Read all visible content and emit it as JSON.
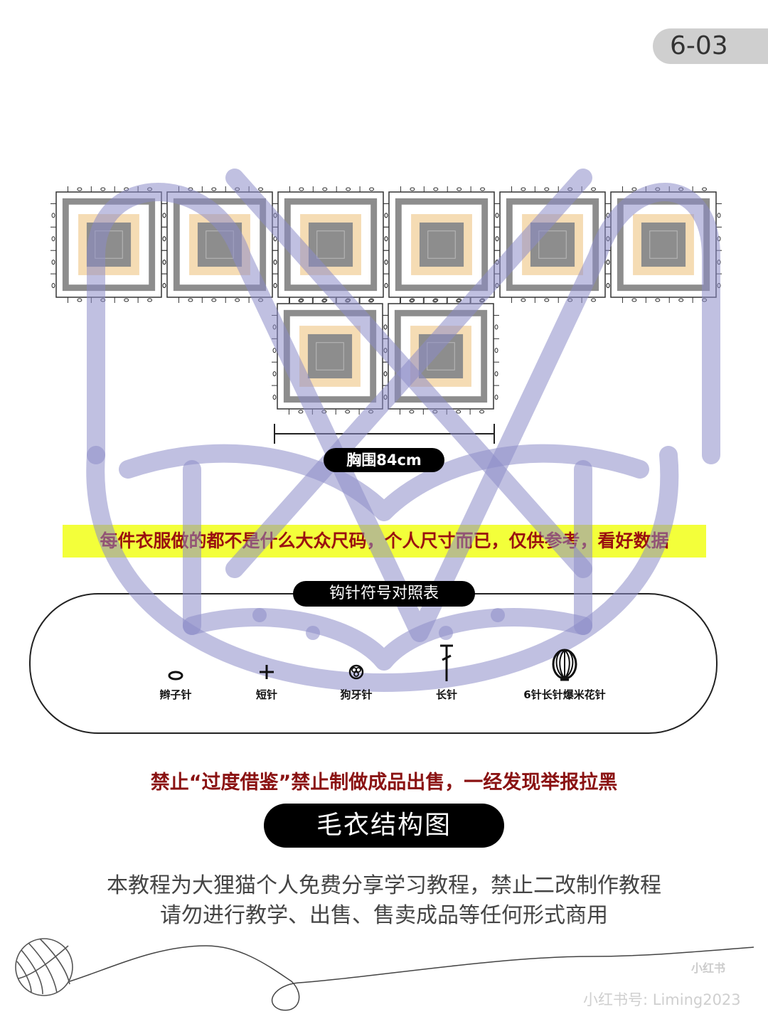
{
  "page_number": "6-03",
  "bust_label": "胸围84cm",
  "notice_banner": "每件衣服做的都不是什么大众尺码，个人尺寸而已，仅供参考，看好数据",
  "legend": {
    "title": "钩针符号对照表",
    "items": [
      {
        "symbol": "chain-stitch-icon",
        "label": "辫子针"
      },
      {
        "symbol": "single-crochet-icon",
        "label": "短针"
      },
      {
        "symbol": "picot-icon",
        "label": "狗牙针"
      },
      {
        "symbol": "double-crochet-icon",
        "label": "长针"
      },
      {
        "symbol": "popcorn-stitch-icon",
        "label": "6针长针爆米花针"
      }
    ]
  },
  "warning": "禁止“过度借鉴”禁止制做成品出售，一经发现举报拉黑",
  "structure_title": "毛衣结构图",
  "notice_lines": [
    "本教程为大狸猫个人免费分享学习教程，禁止二改制作教程",
    "请勿进行教学、出售、售卖成品等任何形式商用"
  ],
  "brand": {
    "logo": "小红书",
    "handle": "小红书号: Liming2023"
  },
  "colors": {
    "square_gray": "#8d8d8d",
    "square_cream": "#f5dcb4",
    "watermark": "#b4b4dc",
    "banner_yellow": "#f3ff3a",
    "warning_red": "#8a1212"
  },
  "granny_squares": {
    "top_row_count": 6,
    "bottom_row_count": 2
  }
}
